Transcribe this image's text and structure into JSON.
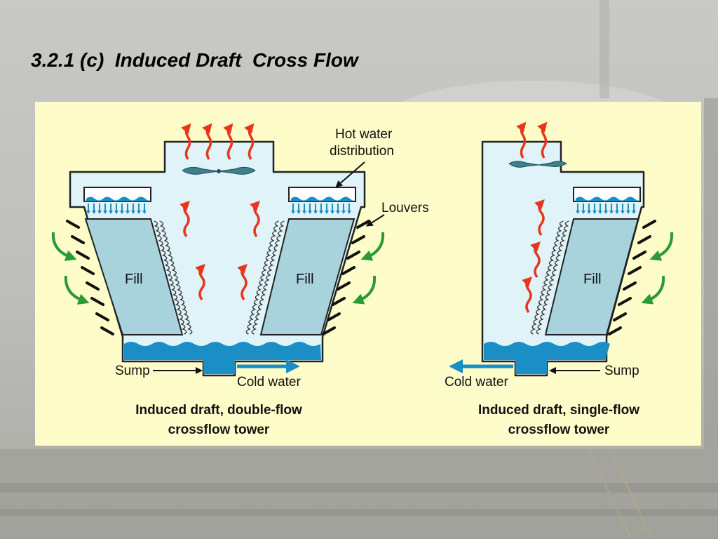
{
  "slide": {
    "title": "3.2.1 (c)  Induced Draft  Cross Flow"
  },
  "colors": {
    "panel": "#fefcc8",
    "tower_interior": "#dff3f8",
    "fill_media": "#a8d2dc",
    "water": "#1b8ec6",
    "hot_air_arrow": "#e8361c",
    "green_air_arrow": "#2a9a36",
    "cold_water_arrow": "#1b8ec6"
  },
  "left_diagram": {
    "fill_label_left": "Fill",
    "fill_label_right": "Fill",
    "hot_water_label_line1": "Hot water",
    "hot_water_label_line2": "distribution",
    "louvers_label": "Louvers",
    "sump_label": "Sump",
    "cold_water_label": "Cold water",
    "caption_line1": "Induced draft, double-flow",
    "caption_line2": "crossflow tower"
  },
  "right_diagram": {
    "fill_label": "Fill",
    "sump_label": "Sump",
    "cold_water_label": "Cold water",
    "caption_line1": "Induced draft, single-flow",
    "caption_line2": "crossflow tower"
  }
}
